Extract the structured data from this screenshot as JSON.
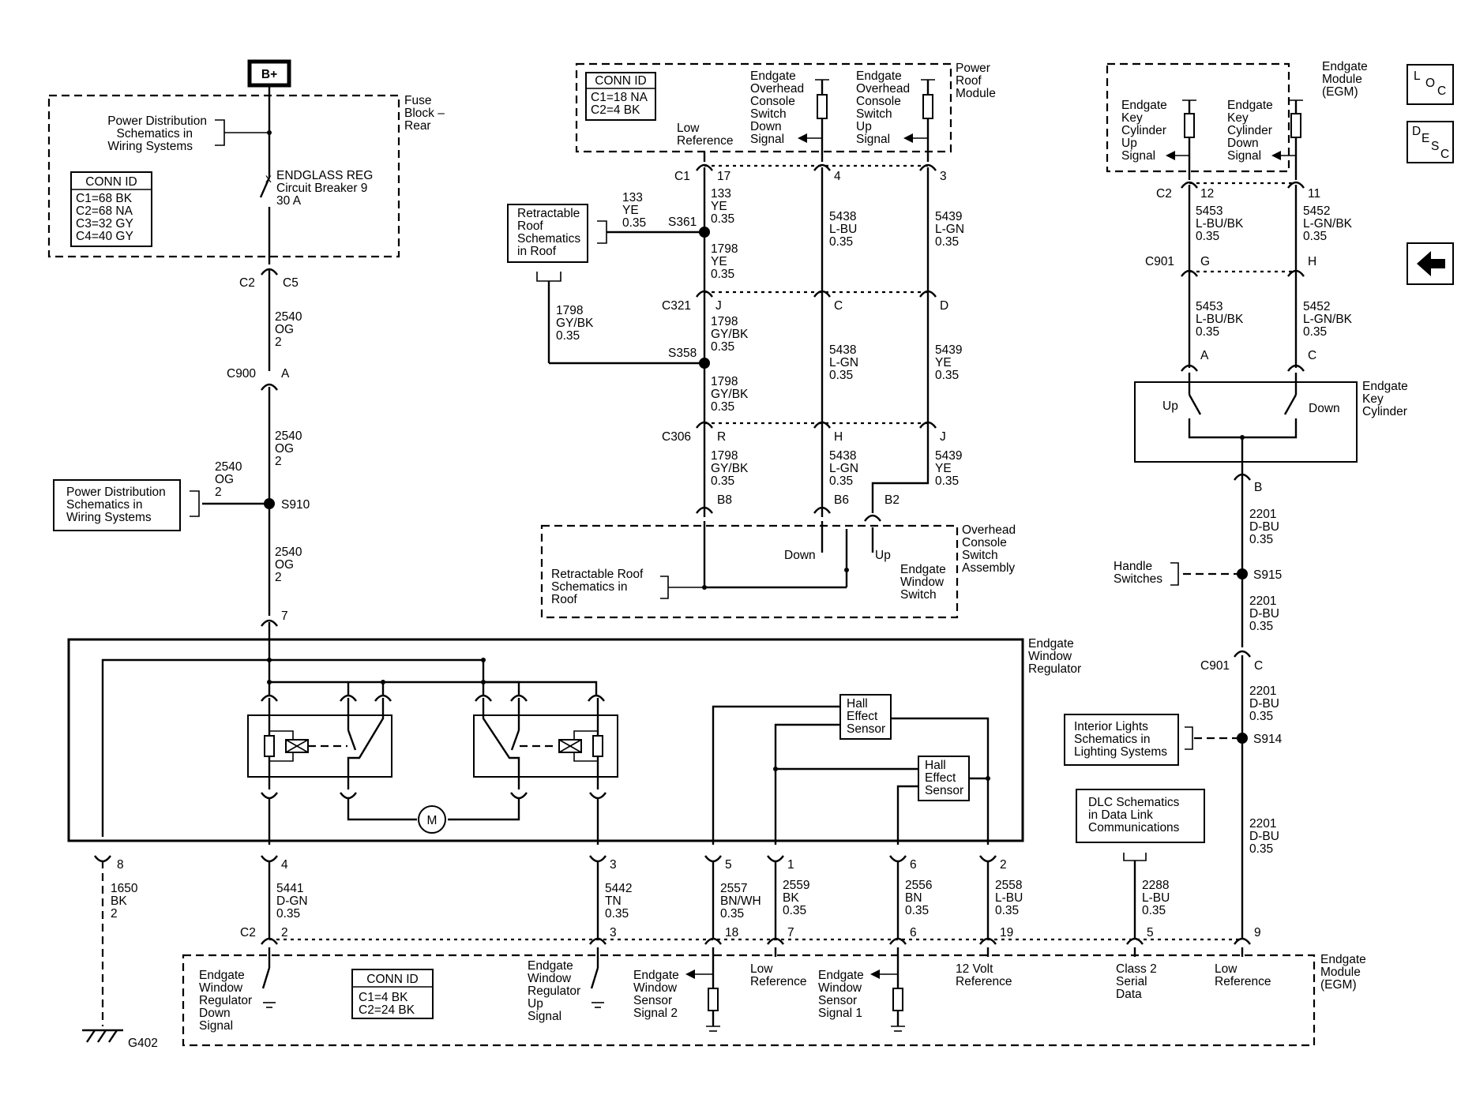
{
  "top": {
    "bplus": "B+"
  },
  "fuse_block": {
    "title": [
      "Fuse",
      "Block –",
      "Rear"
    ],
    "pds_ref": [
      "Power Distribution",
      "Schematics in",
      "Wiring Systems"
    ],
    "breaker": [
      "ENDGLASS REG",
      "Circuit Breaker 9",
      "30 A"
    ],
    "conn_title": "CONN ID",
    "conn_rows": [
      "C1=68 BK",
      "C2=68 NA",
      "C3=32 GY",
      "C4=40 GY"
    ]
  },
  "left_circuit": {
    "c2": "C2",
    "c5": "C5",
    "wire_a": [
      "2540",
      "OG",
      "2"
    ],
    "c900": "C900",
    "pin_a": "A",
    "wire_b": [
      "2540",
      "OG",
      "2"
    ],
    "wire_c": [
      "2540",
      "OG",
      "2"
    ],
    "s910": "S910",
    "pds_ref": [
      "Power Distribution",
      "Schematics in",
      "Wiring Systems"
    ],
    "wire_d": [
      "2540",
      "OG",
      "2"
    ],
    "pin_7": "7"
  },
  "roof_module": {
    "conn_title": "CONN ID",
    "conn_rows": [
      "C1=18 NA",
      "C2=4 BK"
    ],
    "low_ref": [
      "Low",
      "Reference"
    ],
    "down_signal": [
      "Endgate",
      "Overhead",
      "Console",
      "Switch",
      "Down",
      "Signal"
    ],
    "up_signal": [
      "Endgate",
      "Overhead",
      "Console",
      "Switch",
      "Up",
      "Signal"
    ],
    "title": [
      "Power",
      "Roof",
      "Module"
    ]
  },
  "roof_circuit": {
    "c1": "C1",
    "p17": "17",
    "p4": "4",
    "p3": "3",
    "w133_left": [
      "133",
      "YE",
      "0.35"
    ],
    "w133_right": [
      "133",
      "YE",
      "0.35"
    ],
    "s361": "S361",
    "retract_ref_1": [
      "Retractable",
      "Roof",
      "Schematics",
      "in Roof"
    ],
    "w5438_a": [
      "5438",
      "L-BU",
      "0.35"
    ],
    "w5439_a": [
      "5439",
      "L-GN",
      "0.35"
    ],
    "w1798_a": [
      "1798",
      "YE",
      "0.35"
    ],
    "c321": "C321",
    "pj": "J",
    "pc": "C",
    "pd": "D",
    "w1798_left": [
      "1798",
      "GY/BK",
      "0.35"
    ],
    "w1798_b": [
      "1798",
      "GY/BK",
      "0.35"
    ],
    "s358": "S358",
    "w5438_b": [
      "5438",
      "L-GN",
      "0.35"
    ],
    "w5439_b": [
      "5439",
      "YE",
      "0.35"
    ],
    "w1798_c": [
      "1798",
      "GY/BK",
      "0.35"
    ],
    "c306": "C306",
    "pr": "R",
    "ph": "H",
    "pj2": "J",
    "w1798_d": [
      "1798",
      "GY/BK",
      "0.35"
    ],
    "w5438_c": [
      "5438",
      "L-GN",
      "0.35"
    ],
    "w5439_c": [
      "5439",
      "YE",
      "0.35"
    ],
    "b8": "B8",
    "b6": "B6",
    "b2": "B2"
  },
  "overhead_switch": {
    "down": "Down",
    "up": "Up",
    "retract_ref": [
      "Retractable Roof",
      "Schematics in",
      "Roof"
    ],
    "switch_label": [
      "Endgate",
      "Window",
      "Switch"
    ],
    "title": [
      "Overhead",
      "Console",
      "Switch",
      "Assembly"
    ]
  },
  "egm_top": {
    "up_signal": [
      "Endgate",
      "Key",
      "Cylinder",
      "Up",
      "Signal"
    ],
    "down_signal": [
      "Endgate",
      "Key",
      "Cylinder",
      "Down",
      "Signal"
    ],
    "title": [
      "Endgate",
      "Module",
      "(EGM)"
    ]
  },
  "key_circuit": {
    "c2": "C2",
    "p12": "12",
    "p11": "11",
    "w5453_a": [
      "5453",
      "L-BU/BK",
      "0.35"
    ],
    "w5452_a": [
      "5452",
      "L-GN/BK",
      "0.35"
    ],
    "c901": "C901",
    "pg": "G",
    "ph": "H",
    "w5453_b": [
      "5453",
      "L-BU/BK",
      "0.35"
    ],
    "w5452_b": [
      "5452",
      "L-GN/BK",
      "0.35"
    ],
    "pa": "A",
    "pc": "C",
    "up": "Up",
    "down": "Down",
    "cyl_title": [
      "Endgate",
      "Key",
      "Cylinder"
    ],
    "pb": "B",
    "w2201_a": [
      "2201",
      "D-BU",
      "0.35"
    ],
    "handle_ref": [
      "Handle",
      "Switches"
    ],
    "s915": "S915",
    "w2201_b": [
      "2201",
      "D-BU",
      "0.35"
    ],
    "c901b": "C901",
    "pc2": "C",
    "w2201_c": [
      "2201",
      "D-BU",
      "0.35"
    ],
    "interior_ref": [
      "Interior Lights",
      "Schematics in",
      "Lighting Systems"
    ],
    "s914": "S914",
    "w2201_d": [
      "2201",
      "D-BU",
      "0.35"
    ],
    "dlc_ref": [
      "DLC Schematics",
      "in Data Link",
      "Communications"
    ],
    "w2288": [
      "2288",
      "L-BU",
      "0.35"
    ]
  },
  "regulator": {
    "title": [
      "Endgate",
      "Window",
      "Regulator"
    ],
    "motor": "M",
    "hall1": [
      "Hall",
      "Effect",
      "Sensor"
    ],
    "hall2": [
      "Hall",
      "Effect",
      "Sensor"
    ]
  },
  "bottom_wires": {
    "p8": "8",
    "w1650": [
      "1650",
      "BK",
      "2"
    ],
    "p4": "4",
    "w5441": [
      "5441",
      "D-GN",
      "0.35"
    ],
    "p3": "3",
    "w5442": [
      "5442",
      "TN",
      "0.35"
    ],
    "p5": "5",
    "w2557": [
      "2557",
      "BN/WH",
      "0.35"
    ],
    "p1": "1",
    "w2559": [
      "2559",
      "BK",
      "0.35"
    ],
    "p6": "6",
    "w2556": [
      "2556",
      "BN",
      "0.35"
    ],
    "p2": "2",
    "w2558": [
      "2558",
      "L-BU",
      "0.35"
    ]
  },
  "egm_bottom": {
    "c2": "C2",
    "pins": [
      "2",
      "3",
      "18",
      "7",
      "6",
      "19",
      "5",
      "9"
    ],
    "reg_down": [
      "Endgate",
      "Window",
      "Regulator",
      "Down",
      "Signal"
    ],
    "conn_title": "CONN ID",
    "conn_rows": [
      "C1=4 BK",
      "C2=24 BK"
    ],
    "reg_up": [
      "Endgate",
      "Window",
      "Regulator",
      "Up",
      "Signal"
    ],
    "sensor2": [
      "Endgate",
      "Window",
      "Sensor",
      "Signal 2"
    ],
    "low_ref_a": [
      "Low",
      "Reference"
    ],
    "sensor1": [
      "Endgate",
      "Window",
      "Sensor",
      "Signal 1"
    ],
    "volt_ref": [
      "12 Volt",
      "Reference"
    ],
    "serial": [
      "Class 2",
      "Serial",
      "Data"
    ],
    "low_ref_b": [
      "Low",
      "Reference"
    ],
    "title": [
      "Endgate",
      "Module",
      "(EGM)"
    ],
    "ground": "G402"
  },
  "nav": {
    "loc": [
      "L",
      "O",
      "C"
    ],
    "desc": [
      "D",
      "E",
      "S",
      "C"
    ]
  }
}
